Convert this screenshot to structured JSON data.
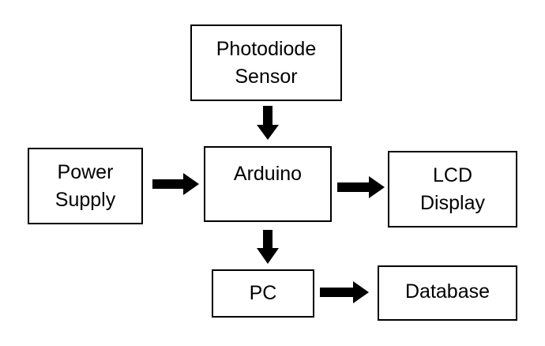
{
  "diagram": {
    "blocks": {
      "photodiode": {
        "line1": "Photodiode",
        "line2": "Sensor"
      },
      "arduino": {
        "line1": "Arduino"
      },
      "power": {
        "line1": "Power",
        "line2": "Supply"
      },
      "lcd": {
        "line1": "LCD",
        "line2": "Display"
      },
      "pc": {
        "line1": "PC"
      },
      "database": {
        "line1": "Database"
      }
    },
    "connections": [
      {
        "from": "photodiode",
        "to": "arduino"
      },
      {
        "from": "power",
        "to": "arduino"
      },
      {
        "from": "arduino",
        "to": "lcd"
      },
      {
        "from": "arduino",
        "to": "pc"
      },
      {
        "from": "pc",
        "to": "database"
      }
    ],
    "colors": {
      "stroke": "#000000",
      "fill": "#ffffff",
      "text": "#000000"
    }
  }
}
